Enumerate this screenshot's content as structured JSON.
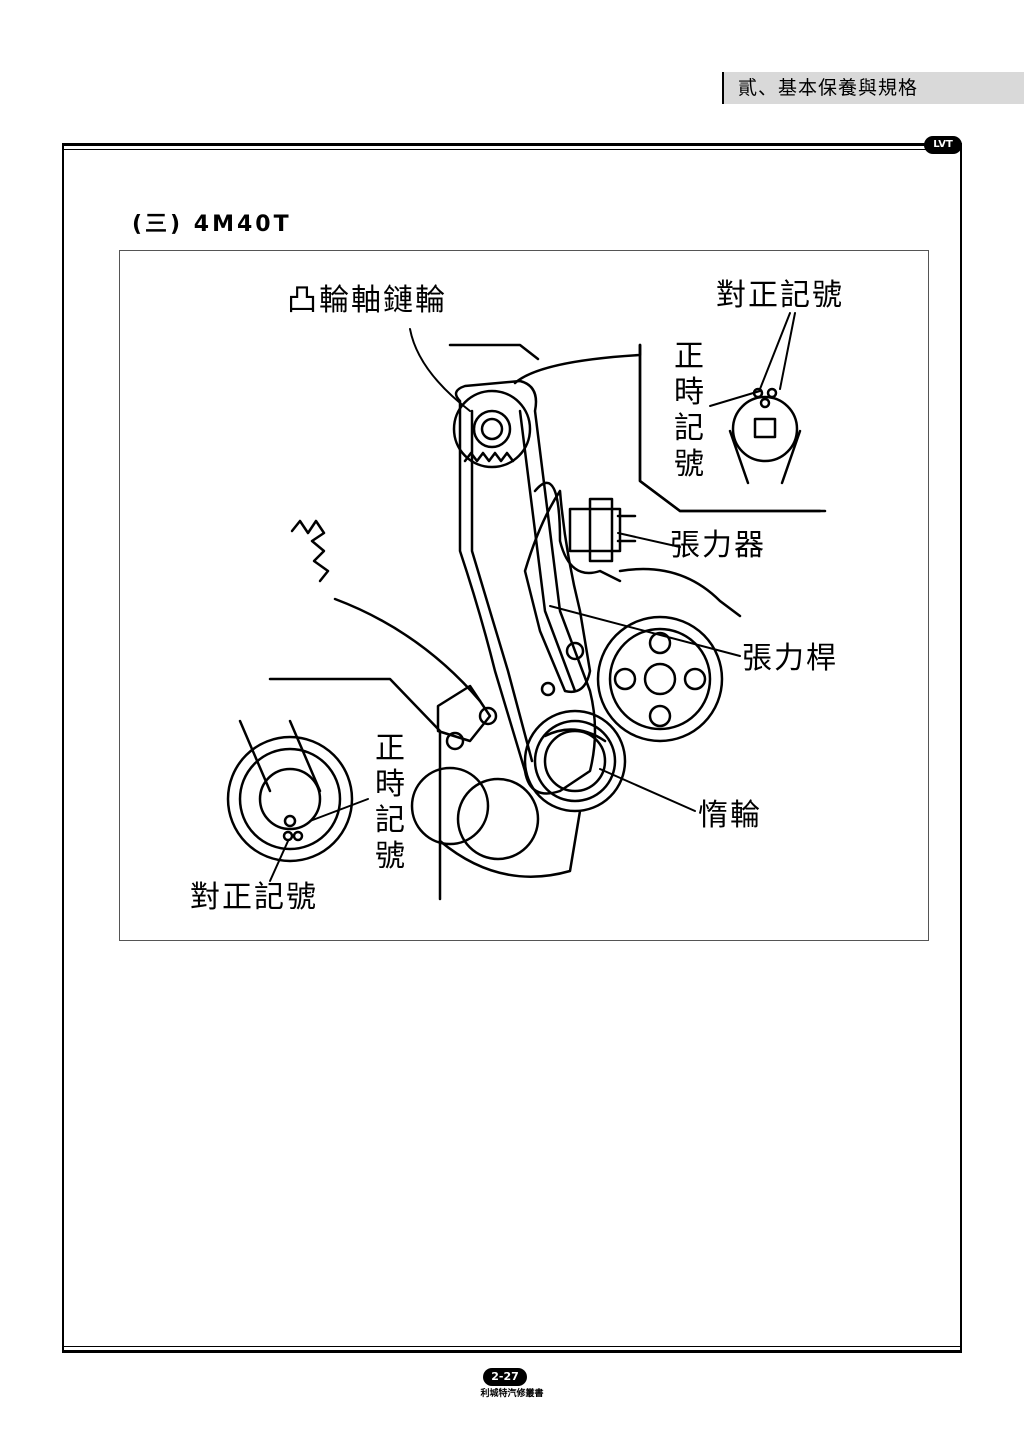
{
  "header": {
    "chapter_title": "貳、基本保養與規格"
  },
  "logo": {
    "text": "LVT"
  },
  "section": {
    "title": "(三) 4M40T"
  },
  "figure": {
    "labels": {
      "camshaft_sprocket": "凸輪軸鏈輪",
      "alignment_mark_top": "對正記號",
      "timing_mark_top": "正時記號",
      "tensioner": "張力器",
      "tensioner_lever": "張力桿",
      "idler": "惰輪",
      "timing_mark_bottom": "正時記號",
      "alignment_mark_bottom": "對正記號"
    }
  },
  "footer": {
    "page_number": "2-27",
    "publisher": "利城特汽修叢書"
  }
}
